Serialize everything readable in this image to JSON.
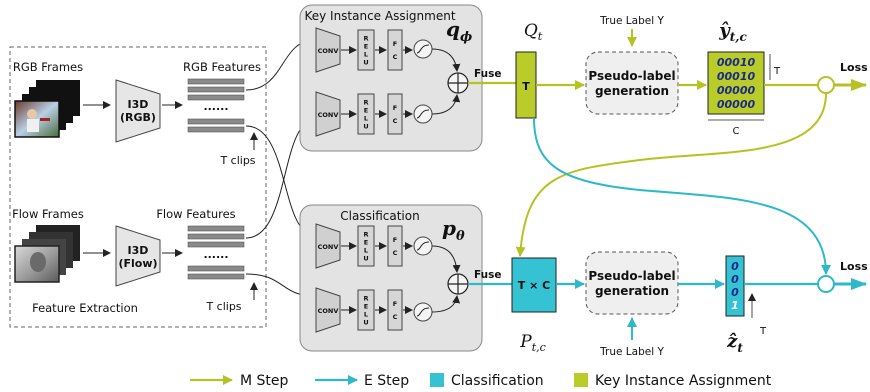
{
  "colors": {
    "m_step": "#b5c224",
    "e_step": "#2fb8c8",
    "classification_fill": "#35c3d3",
    "key_instance_fill": "#b9cc2a",
    "box_gray": "#e3e3e3",
    "feature_bar": "#8a8a8a"
  },
  "feature_extraction": {
    "label": "Feature Extraction",
    "rgb_frames": "RGB Frames",
    "rgb_features": "RGB Features",
    "i3d_rgb": [
      "I3D",
      "(RGB)"
    ],
    "flow_frames": "Flow Frames",
    "flow_features": "Flow Features",
    "i3d_flow": [
      "I3D",
      "(Flow)"
    ],
    "dots": "......",
    "t_clips": "T clips"
  },
  "key_instance": {
    "title": "Key Instance Assignment",
    "symbol": "q",
    "symbol_sub": "ϕ"
  },
  "classification_block": {
    "title": "Classification",
    "symbol": "p",
    "symbol_sub": "θ"
  },
  "layers": {
    "conv": "CONV",
    "relu": [
      "R",
      "E",
      "L",
      "U"
    ],
    "fc": [
      "F",
      "C"
    ],
    "fuse": "Fuse"
  },
  "key_branch": {
    "q_label": "Q",
    "q_sub": "t",
    "q_box": "T",
    "true_label": "True Label Y",
    "pseudo": [
      "Pseudo-label",
      "generation"
    ],
    "yhat": "ŷ",
    "yhat_sub": "t,c",
    "matrix_rows": [
      {
        "prefix": "000",
        "suffix": "10"
      },
      {
        "prefix": "000",
        "suffix": "10"
      },
      {
        "prefix": "000",
        "suffix": "00"
      },
      {
        "prefix": "000",
        "suffix": "00"
      }
    ],
    "t_label": "T",
    "c_label": "C",
    "loss": "Loss"
  },
  "class_branch": {
    "p_label": "P",
    "p_sub": "t,c",
    "p_box": "T × C",
    "true_label": "True Label Y",
    "pseudo": [
      "Pseudo-label",
      "generation"
    ],
    "z_label": "ẑ",
    "z_sub": "t",
    "vector": [
      "0",
      "0",
      "0",
      "1"
    ],
    "t_label": "T",
    "loss": "Loss"
  },
  "legend": {
    "m_step": "M Step",
    "e_step": "E Step",
    "classification": "Classification",
    "key_instance": "Key Instance Assignment"
  }
}
